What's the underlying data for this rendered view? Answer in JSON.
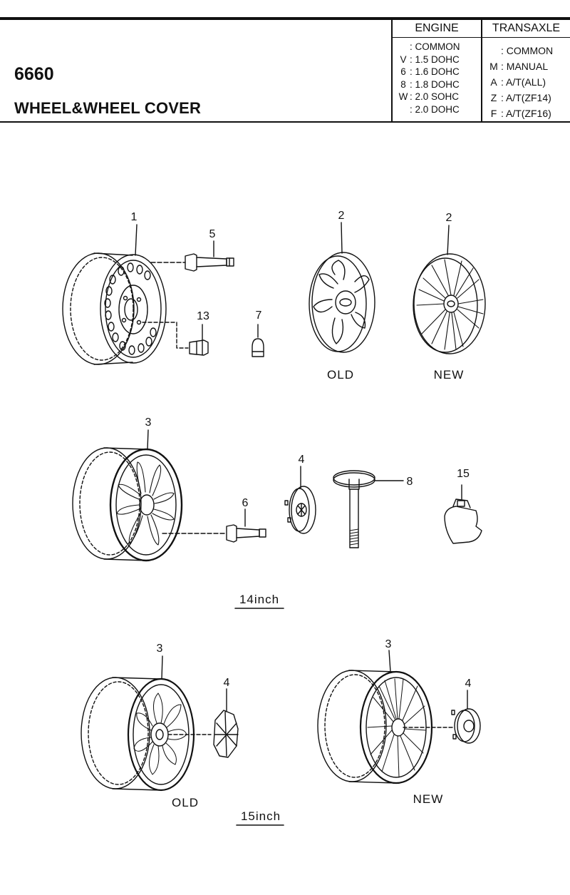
{
  "header": {
    "code": "6660",
    "title": "WHEEL&WHEEL COVER",
    "engine": {
      "heading": "ENGINE",
      "rows": [
        {
          "code": "",
          "label": ": COMMON"
        },
        {
          "code": "V",
          "label": ": 1.5 DOHC"
        },
        {
          "code": "6",
          "label": ": 1.6 DOHC"
        },
        {
          "code": "8",
          "label": ": 1.8 DOHC"
        },
        {
          "code": "W",
          "label": ": 2.0 SOHC"
        },
        {
          "code": "",
          "label": ": 2.0 DOHC"
        }
      ]
    },
    "transaxle": {
      "heading": "TRANSAXLE",
      "rows": [
        {
          "code": "",
          "label": ": COMMON"
        },
        {
          "code": "M",
          "label": ": MANUAL"
        },
        {
          "code": "A",
          "label": ": A/T(ALL)"
        },
        {
          "code": "Z",
          "label": ": A/T(ZF14)"
        },
        {
          "code": "F",
          "label": ": A/T(ZF16)"
        }
      ]
    }
  },
  "callouts": {
    "wheel_steel": "1",
    "cover_old": "2",
    "cover_new": "2",
    "valve_top": "5",
    "nut_13": "13",
    "cap_7": "7",
    "alloy_14": "3",
    "center_cap_14": "4",
    "valve_14": "6",
    "spare_bolt": "8",
    "sensor": "15",
    "alloy_15_old": "3",
    "cap_15_old": "4",
    "alloy_15_new": "3",
    "cap_15_new": "4"
  },
  "captions": {
    "cover_old": "OLD",
    "cover_new": "NEW",
    "size_14": "14inch",
    "wheel_15_old": "OLD",
    "size_15": "15inch",
    "wheel_15_new": "NEW"
  }
}
